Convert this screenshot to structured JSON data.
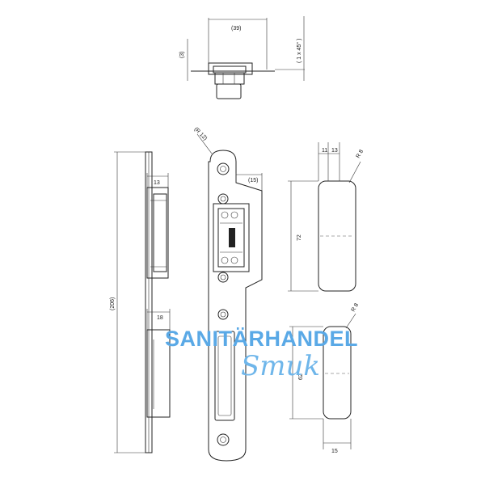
{
  "dimensions": {
    "d39": "(39)",
    "d3": "(3)",
    "chamfer": "( 1 x 45° )",
    "r12": "(R 12)",
    "d15": "(15)",
    "d11": "11",
    "d13_top": "13",
    "r8_top": "R 8",
    "d13_left": "13",
    "d72": "72",
    "d206": "(206)",
    "d18": "18",
    "r8_bot": "R 8",
    "d62": "62",
    "d15_bot": "15"
  },
  "watermark": {
    "line1": "SANITÄRHANDEL",
    "line2": "Smuk",
    "color": "#5aa9e6"
  }
}
